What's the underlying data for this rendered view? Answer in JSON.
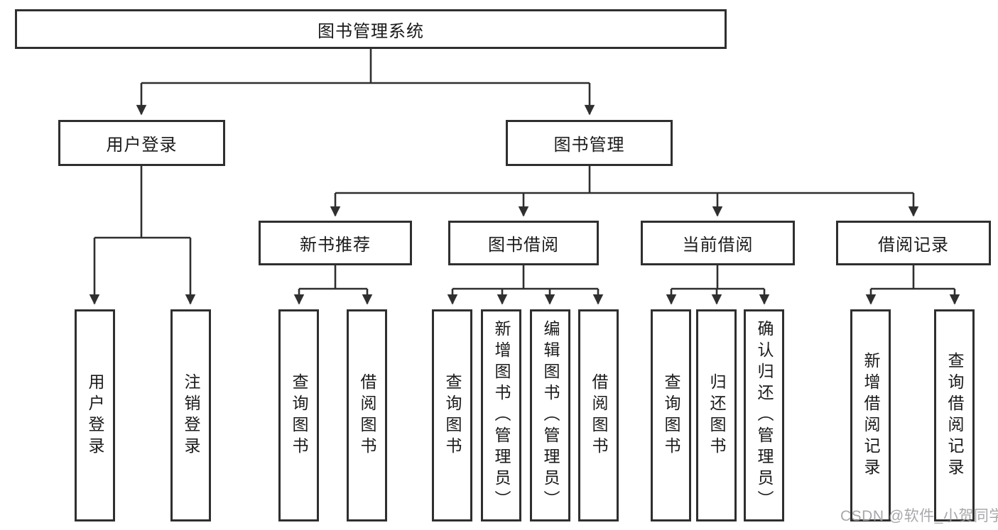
{
  "diagram": {
    "root": {
      "label": "图书管理系统"
    },
    "level2": [
      {
        "label": "用户登录",
        "children": [
          {
            "label": "用户登录"
          },
          {
            "label": "注销登录"
          }
        ]
      },
      {
        "label": "图书管理",
        "children": [
          {
            "label": "新书推荐",
            "children": [
              {
                "label": "查询图书"
              },
              {
                "label": "借阅图书"
              }
            ]
          },
          {
            "label": "图书借阅",
            "children": [
              {
                "label": "查询图书"
              },
              {
                "label": "新增图书（管理员）"
              },
              {
                "label": "编辑图书（管理员）"
              },
              {
                "label": "借阅图书"
              }
            ]
          },
          {
            "label": "当前借阅",
            "children": [
              {
                "label": "查询图书"
              },
              {
                "label": "归还图书"
              },
              {
                "label": "确认归还（管理员）"
              }
            ]
          },
          {
            "label": "借阅记录",
            "children": [
              {
                "label": "新增借阅记录"
              },
              {
                "label": "查询借阅记录"
              }
            ]
          }
        ]
      }
    ]
  },
  "watermark": {
    "text": "CSDN @软件_小贺同学"
  },
  "colors": {
    "line": "#2f2f2f",
    "text": "#1a1a1a",
    "background": "#ffffff",
    "watermark": "#9e9ea3"
  }
}
